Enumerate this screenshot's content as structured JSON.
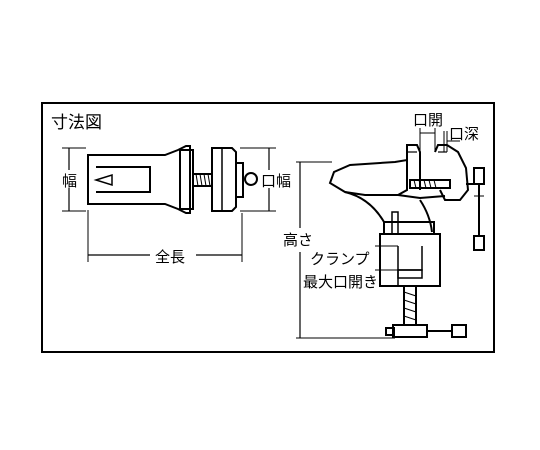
{
  "diagram": {
    "title": "寸法図",
    "labels": {
      "width_left": "幅",
      "jaw_width": "口幅",
      "total_length": "全長",
      "height": "高さ",
      "jaw_opening": "口開",
      "jaw_depth": "口深",
      "clamp_line1": "クランプ",
      "clamp_line2": "最大口開き"
    }
  }
}
